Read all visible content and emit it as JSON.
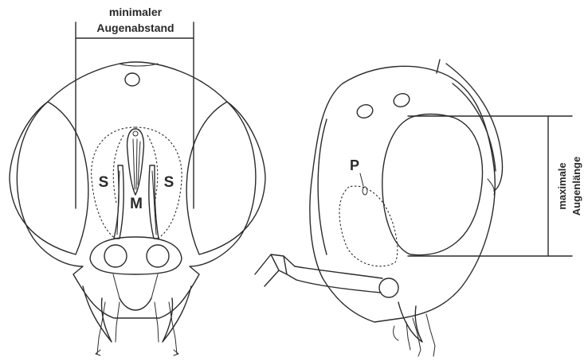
{
  "labels": {
    "min_eye_distance_line1": "minimaler",
    "min_eye_distance_line2": "Augenabstand",
    "max_eye_length_line1": "maximale",
    "max_eye_length_line2": "Augenlänge",
    "s_left": "S",
    "m_center": "M",
    "s_right": "S",
    "p_marker": "P"
  },
  "colors": {
    "ink": "#2b2b2b",
    "background": "#ffffff"
  }
}
